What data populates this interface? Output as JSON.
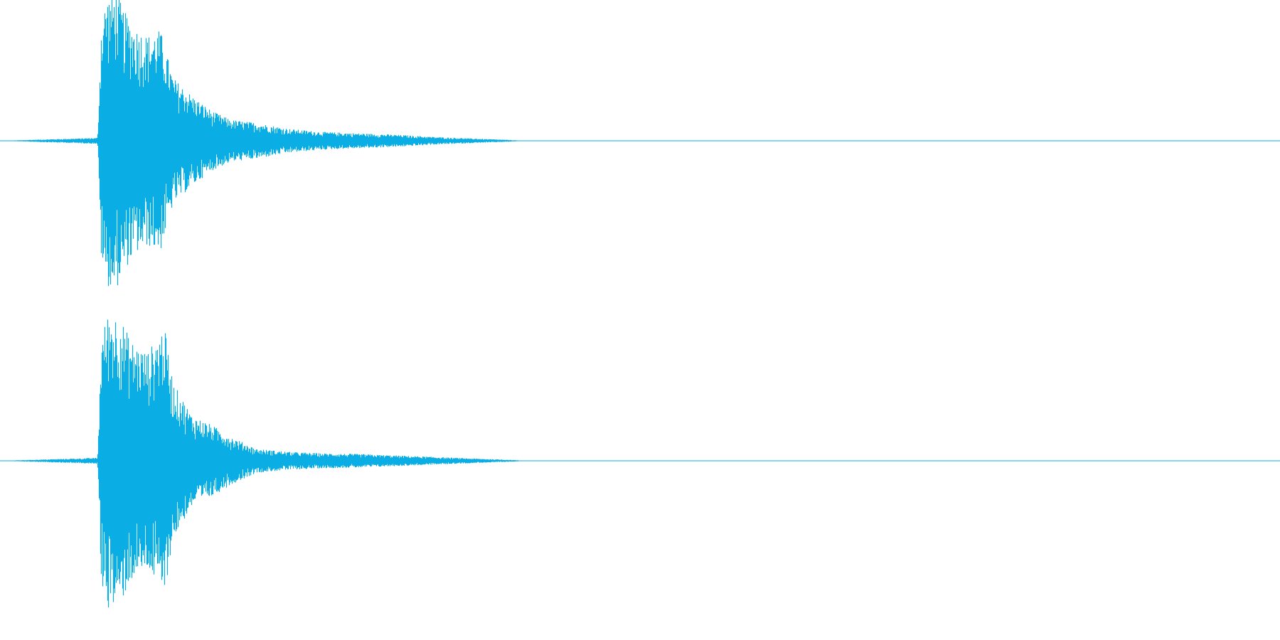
{
  "chart_data": {
    "type": "waveform",
    "channels": 2,
    "color": "#0aaee4",
    "background": "#ffffff",
    "title": "",
    "xlabel": "",
    "ylabel": "",
    "ylim": [
      -1,
      1
    ],
    "xlim": [
      0,
      1
    ],
    "series": [
      {
        "channel": "1",
        "envelope": [
          {
            "t": 0.0,
            "amp": 0.0
          },
          {
            "t": 0.076,
            "amp": 0.02
          },
          {
            "t": 0.079,
            "amp": 0.8
          },
          {
            "t": 0.083,
            "amp": 0.96
          },
          {
            "t": 0.09,
            "amp": 1.0
          },
          {
            "t": 0.097,
            "amp": 0.86
          },
          {
            "t": 0.105,
            "amp": 0.76
          },
          {
            "t": 0.115,
            "amp": 0.7
          },
          {
            "t": 0.125,
            "amp": 0.74
          },
          {
            "t": 0.135,
            "amp": 0.42
          },
          {
            "t": 0.15,
            "amp": 0.3
          },
          {
            "t": 0.165,
            "amp": 0.2
          },
          {
            "t": 0.18,
            "amp": 0.14
          },
          {
            "t": 0.2,
            "amp": 0.12
          },
          {
            "t": 0.225,
            "amp": 0.08
          },
          {
            "t": 0.25,
            "amp": 0.06
          },
          {
            "t": 0.28,
            "amp": 0.05
          },
          {
            "t": 0.31,
            "amp": 0.04
          },
          {
            "t": 0.34,
            "amp": 0.025
          },
          {
            "t": 0.37,
            "amp": 0.015
          },
          {
            "t": 0.4,
            "amp": 0.005
          },
          {
            "t": 0.41,
            "amp": 0.0
          },
          {
            "t": 1.0,
            "amp": 0.0
          }
        ]
      },
      {
        "channel": "2",
        "envelope": [
          {
            "t": 0.0,
            "amp": 0.0
          },
          {
            "t": 0.076,
            "amp": 0.02
          },
          {
            "t": 0.079,
            "amp": 0.82
          },
          {
            "t": 0.084,
            "amp": 0.98
          },
          {
            "t": 0.093,
            "amp": 0.97
          },
          {
            "t": 0.102,
            "amp": 0.8
          },
          {
            "t": 0.115,
            "amp": 0.72
          },
          {
            "t": 0.128,
            "amp": 0.9
          },
          {
            "t": 0.135,
            "amp": 0.52
          },
          {
            "t": 0.15,
            "amp": 0.3
          },
          {
            "t": 0.165,
            "amp": 0.24
          },
          {
            "t": 0.18,
            "amp": 0.16
          },
          {
            "t": 0.2,
            "amp": 0.08
          },
          {
            "t": 0.225,
            "amp": 0.06
          },
          {
            "t": 0.25,
            "amp": 0.05
          },
          {
            "t": 0.28,
            "amp": 0.045
          },
          {
            "t": 0.31,
            "amp": 0.035
          },
          {
            "t": 0.34,
            "amp": 0.025
          },
          {
            "t": 0.37,
            "amp": 0.015
          },
          {
            "t": 0.4,
            "amp": 0.006
          },
          {
            "t": 0.41,
            "amp": 0.0
          },
          {
            "t": 1.0,
            "amp": 0.0
          }
        ]
      }
    ]
  }
}
